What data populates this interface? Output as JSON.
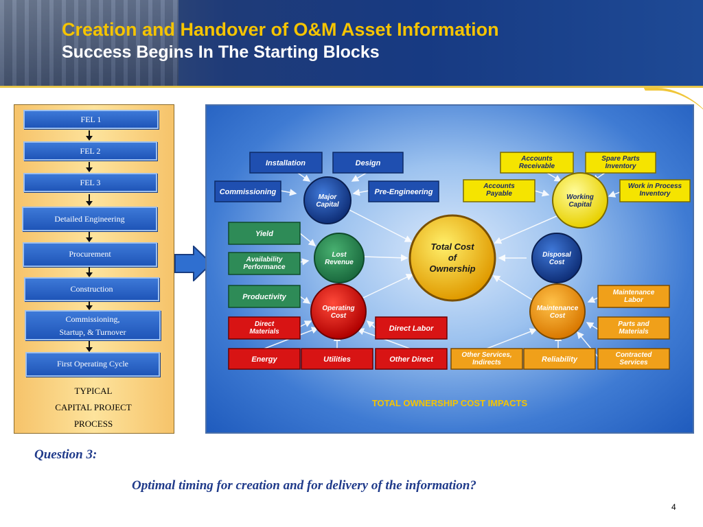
{
  "header": {
    "title": "Creation and Handover of O&M Asset Information",
    "subtitle": "Success Begins In The Starting Blocks"
  },
  "process": {
    "stages": [
      "FEL 1",
      "FEL 2",
      "FEL 3",
      "Detailed Engineering",
      "Procurement",
      "Construction",
      "Commissioning,\nStartup, & Turnover",
      "First Operating Cycle"
    ],
    "caption_lines": [
      "TYPICAL",
      "CAPITAL PROJECT",
      "PROCESS"
    ]
  },
  "diagram": {
    "center": "Total Cost\nof\nOwnership",
    "hubs": {
      "major_capital": "Major\nCapital",
      "working_capital": "Working\nCapital",
      "lost_revenue": "Lost\nRevenue",
      "disposal_cost": "Disposal\nCost",
      "operating_cost": "Operating\nCost",
      "maintenance_cost": "Maintenance\nCost"
    },
    "boxes": {
      "installation": "Installation",
      "design": "Design",
      "commissioning": "Commissioning",
      "pre_engineering": "Pre-Engineering",
      "accounts_receivable": "Accounts\nReceivable",
      "spare_parts": "Spare Parts\nInventory",
      "accounts_payable": "Accounts\nPayable",
      "work_in_process": "Work in Process\nInventory",
      "yield": "Yield",
      "availability": "Availability\nPerformance",
      "productivity": "Productivity",
      "direct_materials": "Direct\nMaterials",
      "direct_labor": "Direct Labor",
      "energy": "Energy",
      "utilities": "Utilities",
      "other_direct": "Other Direct",
      "other_services": "Other Services,\nIndirects",
      "reliability": "Reliability",
      "maintenance_labor": "Maintenance\nLabor",
      "parts_materials": "Parts and\nMaterials",
      "contracted_services": "Contracted\nServices"
    },
    "caption": "TOTAL OWNERSHIP COST IMPACTS",
    "colors": {
      "blue": "#1f4fb0",
      "yellow": "#f5e400",
      "green": "#2e8b57",
      "red": "#d81414",
      "orange": "#f0a01a",
      "navy": "#1d3f8a"
    }
  },
  "question": {
    "label": "Question 3:",
    "text": "Optimal timing for creation and for delivery of the information?"
  },
  "page_number": "4"
}
